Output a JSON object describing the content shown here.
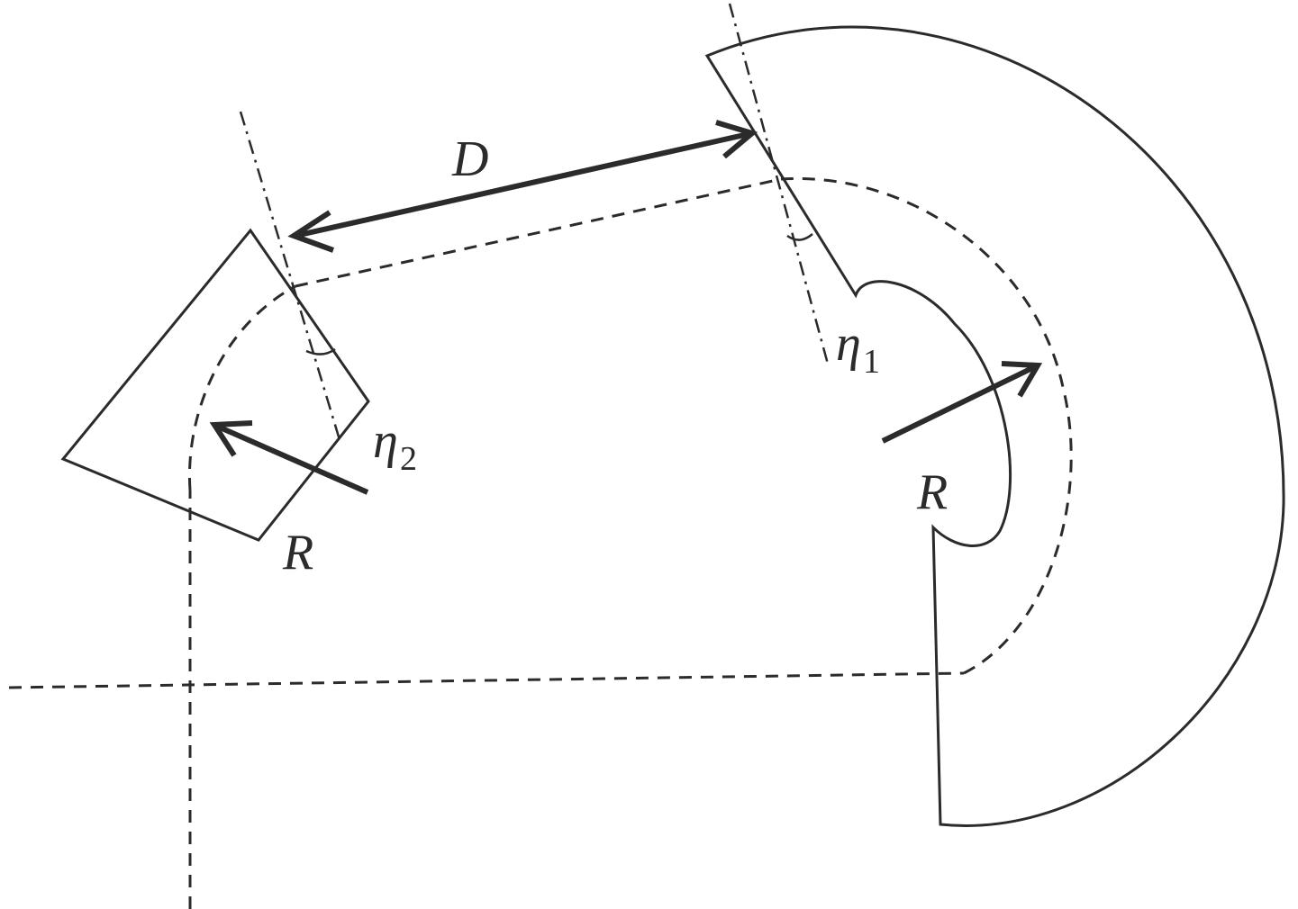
{
  "labels": {
    "distance": "D",
    "radius_left": "R",
    "radius_right": "R",
    "eta1_symbol": "η",
    "eta1_sub": "1",
    "eta2_symbol": "η",
    "eta2_sub": "2"
  },
  "colors": {
    "ink": "#2b2b2b",
    "background": "#ffffff"
  }
}
